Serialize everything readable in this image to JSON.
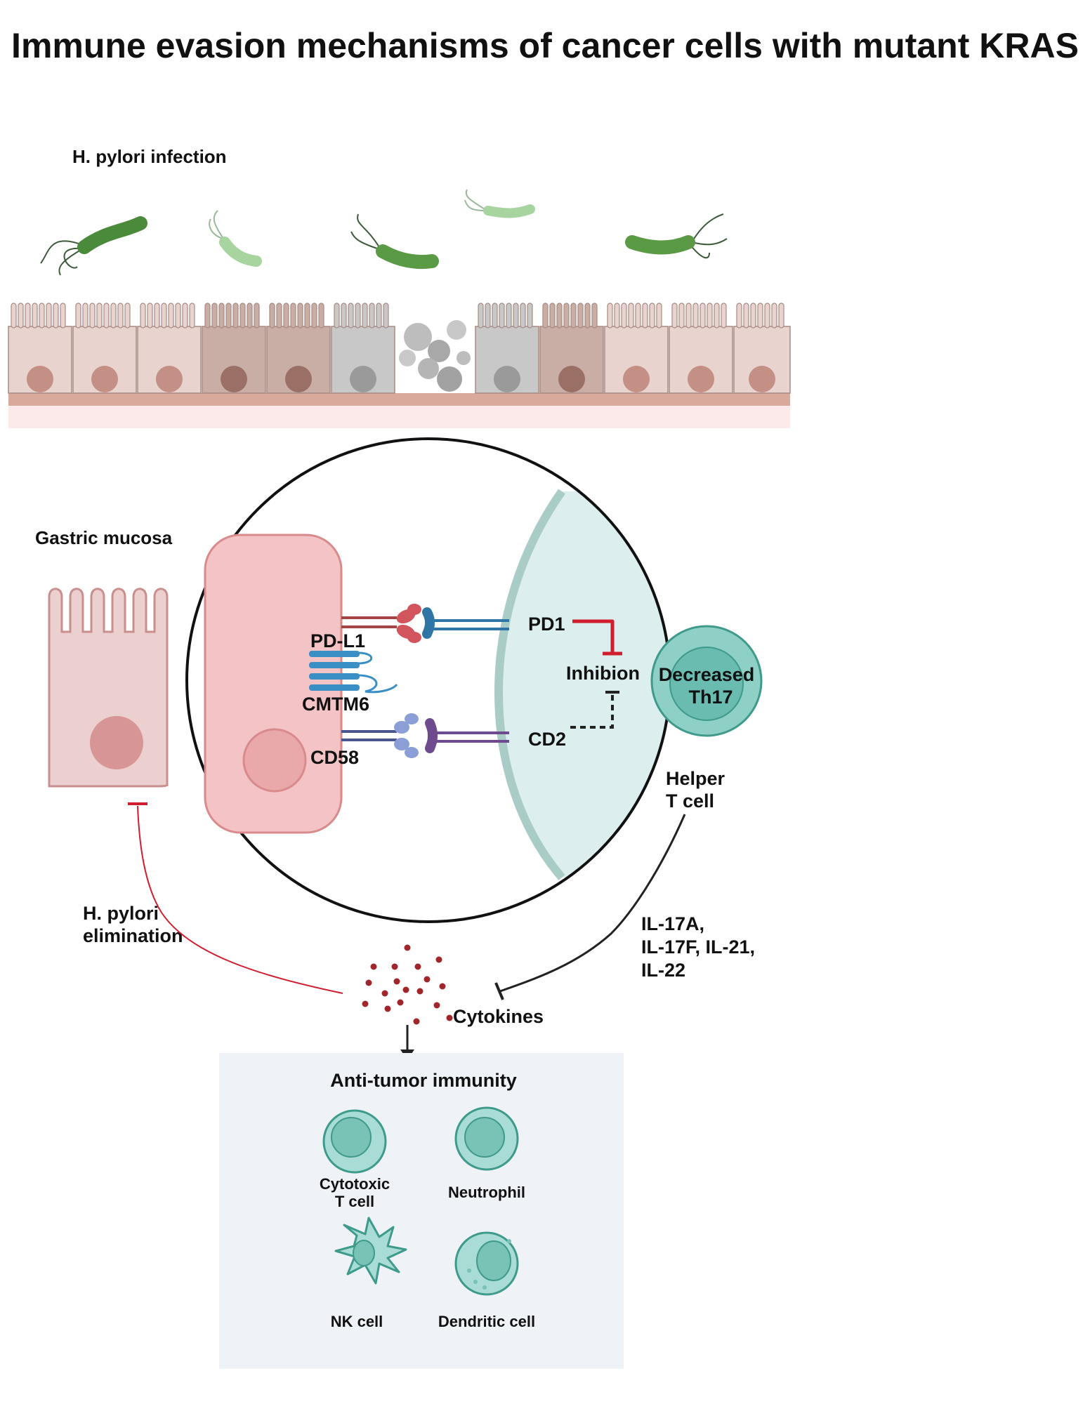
{
  "title": "Immune evasion mechanisms of cancer cells with mutant KRAS",
  "labels": {
    "hpylori_infection": "H. pylori infection",
    "gastric_mucosa": "Gastric mucosa",
    "pdl1": "PD-L1",
    "cmtm6": "CMTM6",
    "cd58": "CD58",
    "pd1": "PD1",
    "inhibition": "Inhibion",
    "cd2": "CD2",
    "decreased_line1": "Decreased",
    "decreased_line2": "Th17",
    "helper_line1": "Helper",
    "helper_line2": "T cell",
    "hpylori_elim_line1": "H. pylori",
    "hpylori_elim_line2": "elimination",
    "il_line1": "IL-17A,",
    "il_line2": "IL-17F, IL-21,",
    "il_line3": "IL-22",
    "cytokines": "Cytokines"
  },
  "anti_tumor": {
    "title": "Anti-tumor immunity",
    "cytotoxic_line1": "Cytotoxic",
    "cytotoxic_line2": "T cell",
    "neutrophil": "Neutrophil",
    "nk": "NK cell",
    "dendritic": "Dendritic cell"
  },
  "colors": {
    "inhibit_red": "#d01e2e",
    "tcell_teal": "#8fd0c6",
    "tcell_nucleus": "#6bbcb0",
    "tumor_pink": "#f4c3c5",
    "panel_bg": "#eff3f7",
    "lumen_tint": "#dceeed"
  }
}
